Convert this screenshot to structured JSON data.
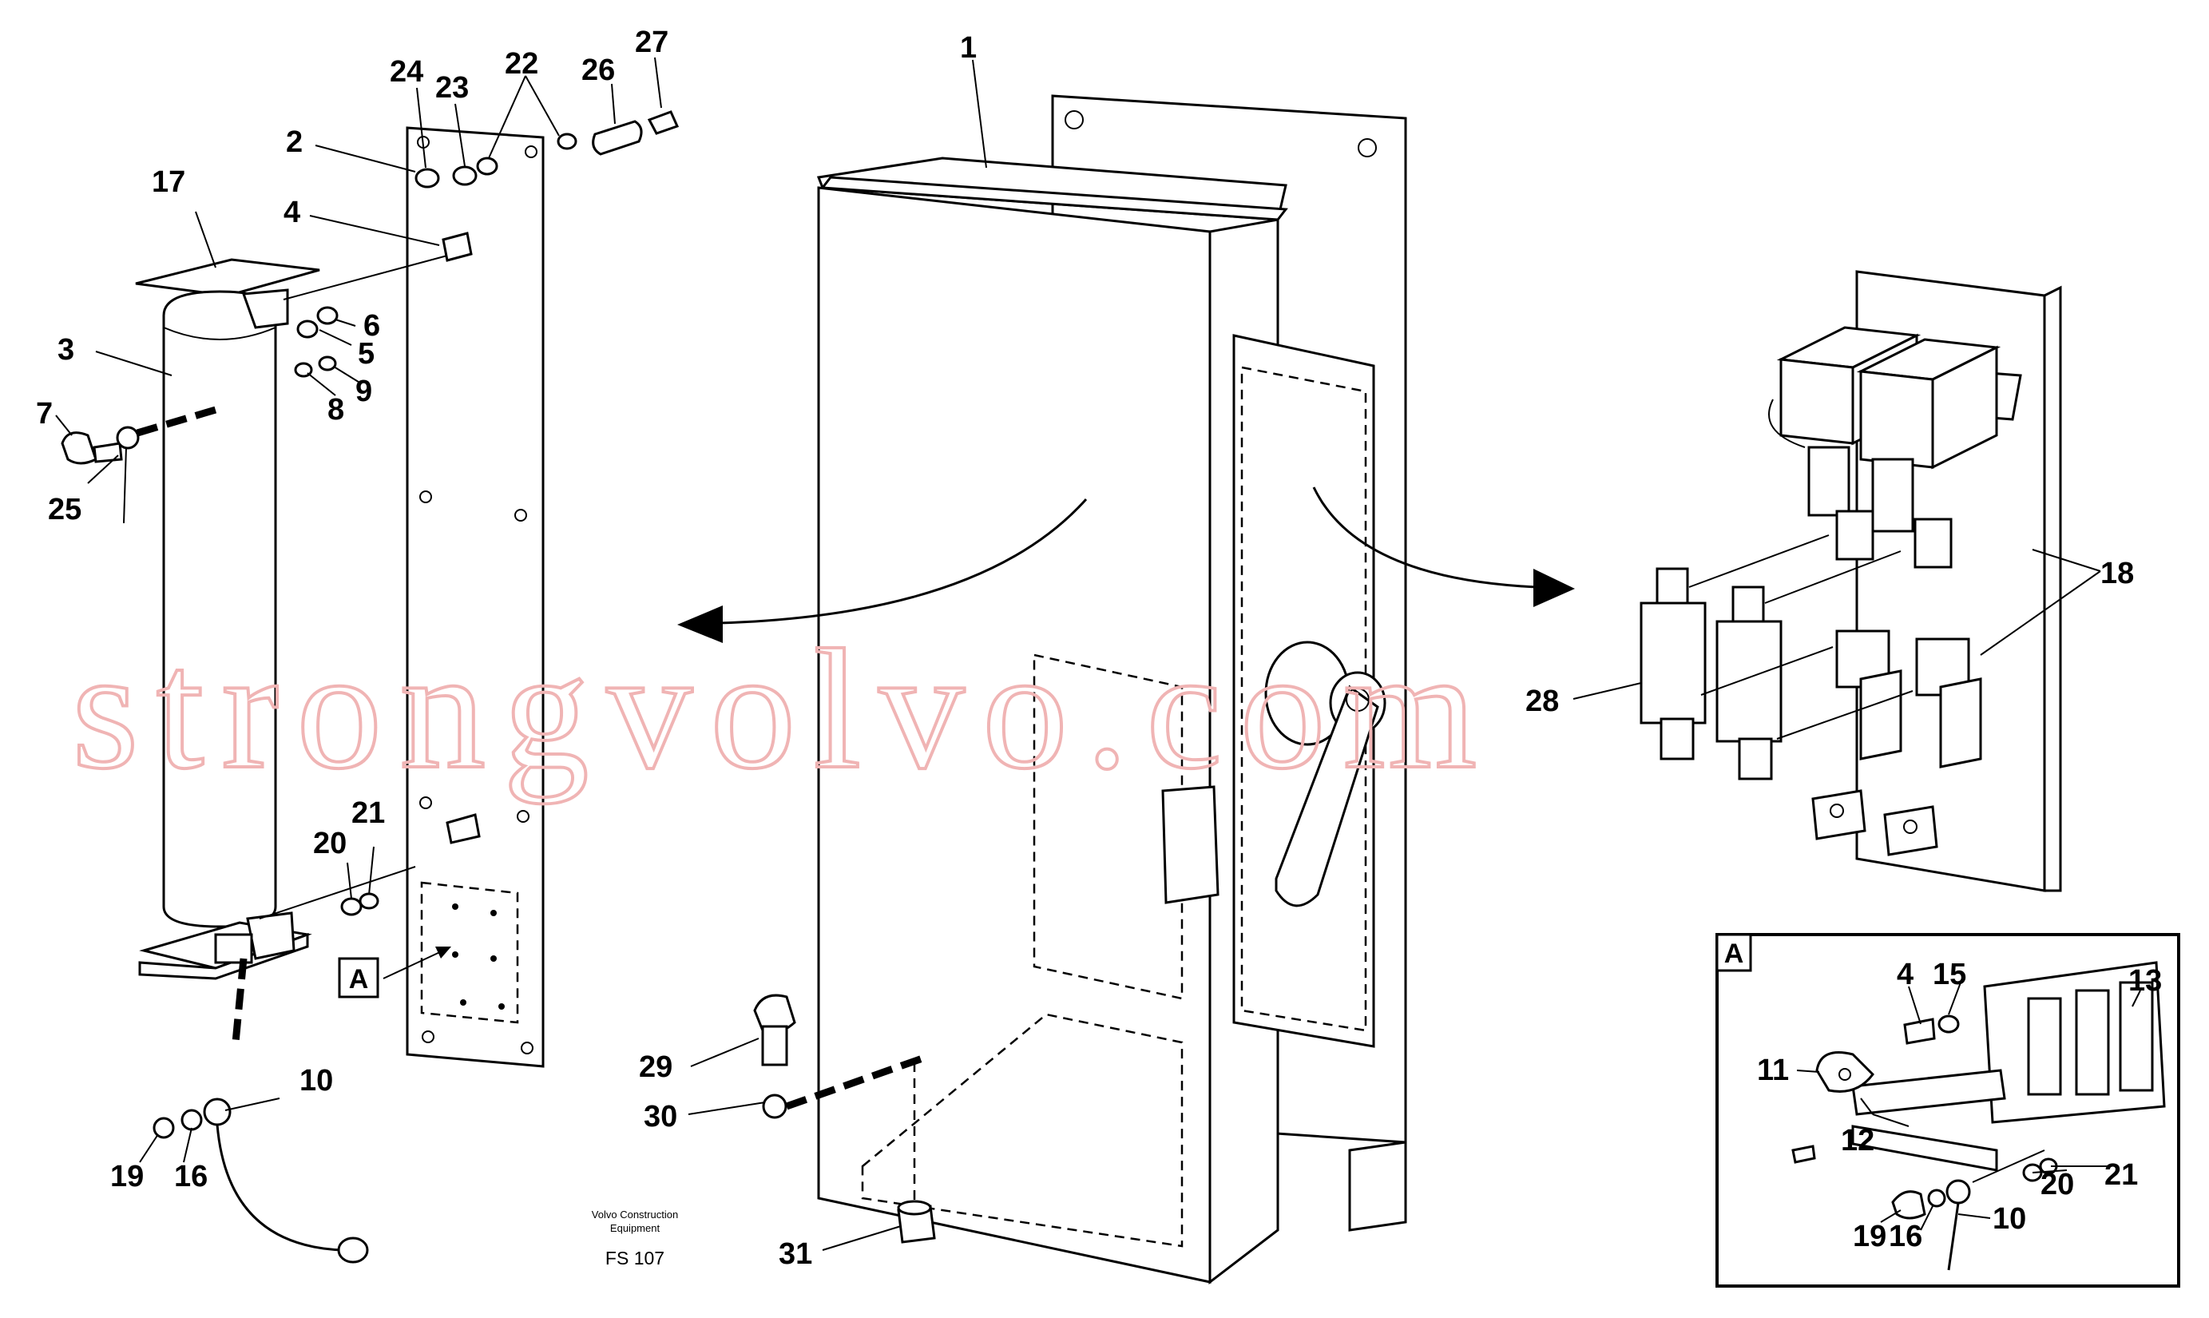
{
  "callouts": [
    {
      "id": "1",
      "label": "1"
    },
    {
      "id": "2",
      "label": "2"
    },
    {
      "id": "3",
      "label": "3"
    },
    {
      "id": "4a",
      "label": "4"
    },
    {
      "id": "5",
      "label": "5"
    },
    {
      "id": "6",
      "label": "6"
    },
    {
      "id": "7",
      "label": "7"
    },
    {
      "id": "8",
      "label": "8"
    },
    {
      "id": "9",
      "label": "9"
    },
    {
      "id": "10a",
      "label": "10"
    },
    {
      "id": "16a",
      "label": "16"
    },
    {
      "id": "17",
      "label": "17"
    },
    {
      "id": "18",
      "label": "18"
    },
    {
      "id": "19a",
      "label": "19"
    },
    {
      "id": "20a",
      "label": "20"
    },
    {
      "id": "21a",
      "label": "21"
    },
    {
      "id": "22",
      "label": "22"
    },
    {
      "id": "23",
      "label": "23"
    },
    {
      "id": "24",
      "label": "24"
    },
    {
      "id": "25",
      "label": "25"
    },
    {
      "id": "26",
      "label": "26"
    },
    {
      "id": "27",
      "label": "27"
    },
    {
      "id": "28",
      "label": "28"
    },
    {
      "id": "29",
      "label": "29"
    },
    {
      "id": "30",
      "label": "30"
    },
    {
      "id": "31",
      "label": "31"
    }
  ],
  "detail_a": {
    "marker": "A",
    "callouts": [
      {
        "id": "4b",
        "label": "4"
      },
      {
        "id": "15",
        "label": "15"
      },
      {
        "id": "13",
        "label": "13"
      },
      {
        "id": "11",
        "label": "11"
      },
      {
        "id": "12",
        "label": "12"
      },
      {
        "id": "20b",
        "label": "20"
      },
      {
        "id": "21b",
        "label": "21"
      },
      {
        "id": "19b",
        "label": "19"
      },
      {
        "id": "16b",
        "label": "16"
      },
      {
        "id": "10b",
        "label": "10"
      }
    ]
  },
  "view_marker": "A",
  "reference": {
    "line1": "Volvo Construction",
    "line2": "Equipment",
    "code": "FS 107"
  },
  "watermark": "strongvolvo.com"
}
